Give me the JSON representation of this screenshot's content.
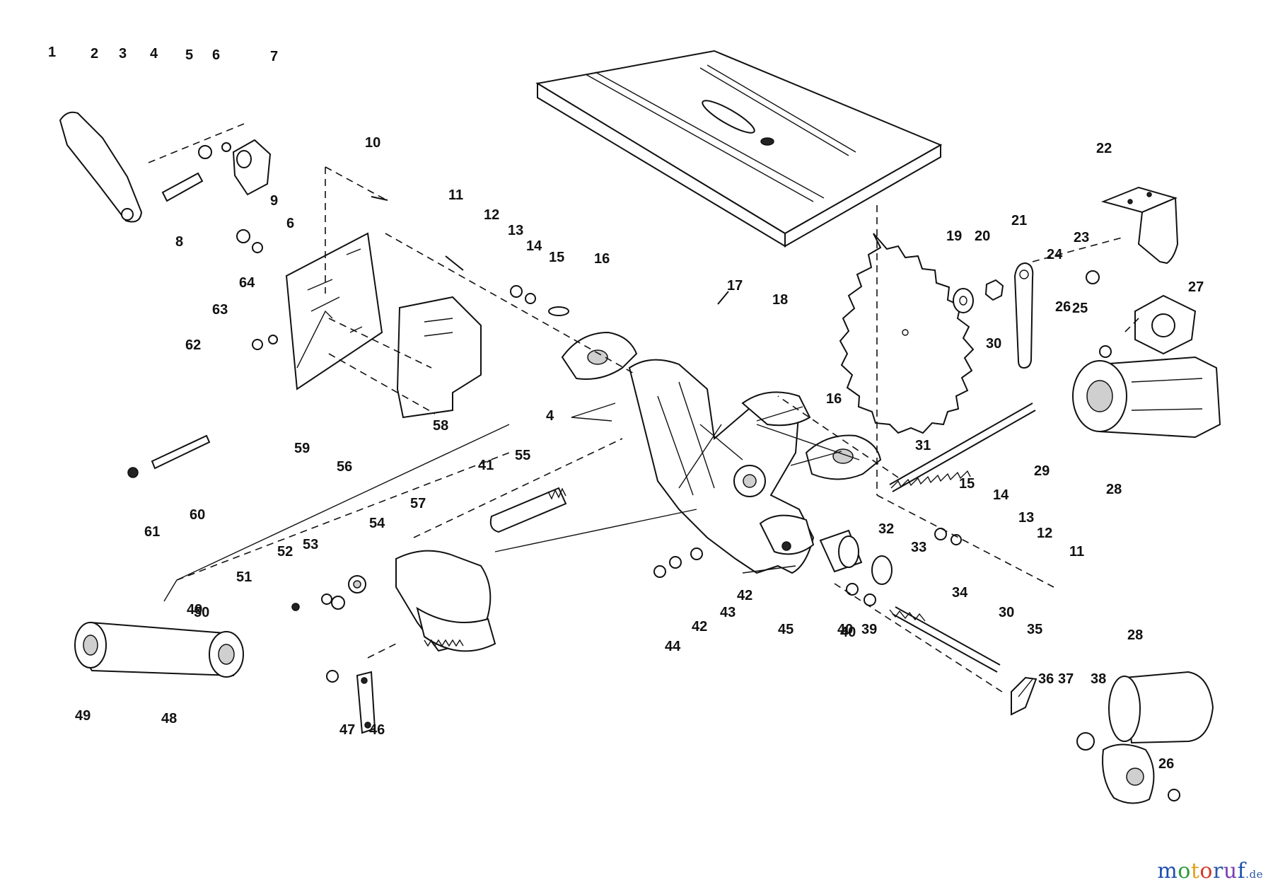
{
  "diagram": {
    "callouts": [
      "1",
      "2",
      "3",
      "4",
      "5",
      "6",
      "7",
      "8",
      "9",
      "6",
      "10",
      "11",
      "12",
      "13",
      "14",
      "15",
      "16",
      "17",
      "18",
      "19",
      "20",
      "21",
      "22",
      "23",
      "24",
      "27",
      "25",
      "26",
      "30",
      "28",
      "29",
      "31",
      "15",
      "14",
      "13",
      "12",
      "11",
      "16",
      "4",
      "32",
      "33",
      "30",
      "35",
      "34",
      "36",
      "37",
      "38",
      "28",
      "26",
      "40",
      "39",
      "42",
      "43",
      "42",
      "44",
      "45",
      "41",
      "55",
      "56",
      "57",
      "54",
      "53",
      "52",
      "51",
      "50",
      "49",
      "49",
      "48",
      "47",
      "46",
      "58",
      "59",
      "60",
      "61",
      "62",
      "63",
      "64",
      "40"
    ]
  },
  "watermark": {
    "letters": [
      "m",
      "o",
      "t",
      "o",
      "r",
      "u",
      "f"
    ],
    "tld": ".de"
  }
}
